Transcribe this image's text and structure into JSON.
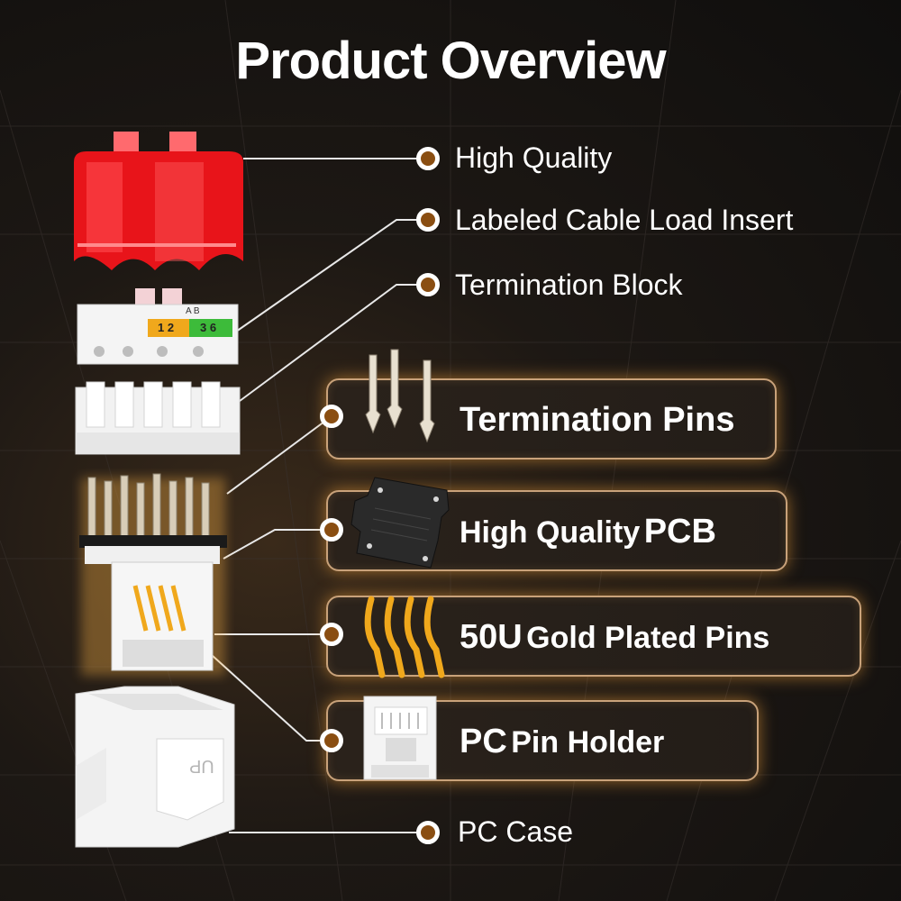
{
  "title": "Product Overview",
  "labels": {
    "high_quality": "High Quality",
    "cable_load_insert": "Labeled Cable Load Insert",
    "termination_block": "Termination Block",
    "pc_case": "PC Case"
  },
  "cards": {
    "termination_pins": "Termination Pins",
    "pcb_prefix": "High Quality",
    "pcb_suffix": "PCB",
    "gold_prefix": "50U",
    "gold_suffix": "Gold Plated Pins",
    "pin_holder_prefix": "PC",
    "pin_holder_suffix": "Pin Holder"
  },
  "block_markings": {
    "pair_left": "1 2",
    "pair_right": "3 6",
    "letters": "A B"
  },
  "case_marking": "UP",
  "colors": {
    "accent_dot": "#8a4e12",
    "card_border": "#c9a27a",
    "glow": "#ffaa3c",
    "cap_red": "#e8141a",
    "gold": "#f0a81c"
  }
}
